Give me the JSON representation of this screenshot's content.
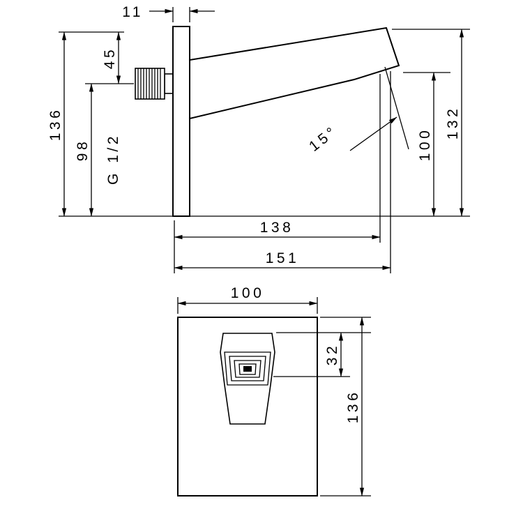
{
  "side_view": {
    "plate_thickness": "11",
    "top_offset": "45",
    "inlet_center": "98",
    "plate_height": "136",
    "thread_size": "G 1/2",
    "spout_angle": "15°",
    "outlet_height": "100",
    "tip_height": "132",
    "outlet_reach": "138",
    "total_reach": "151"
  },
  "front_view": {
    "plate_width": "100",
    "spout_top_section": "32",
    "plate_height": "136"
  }
}
